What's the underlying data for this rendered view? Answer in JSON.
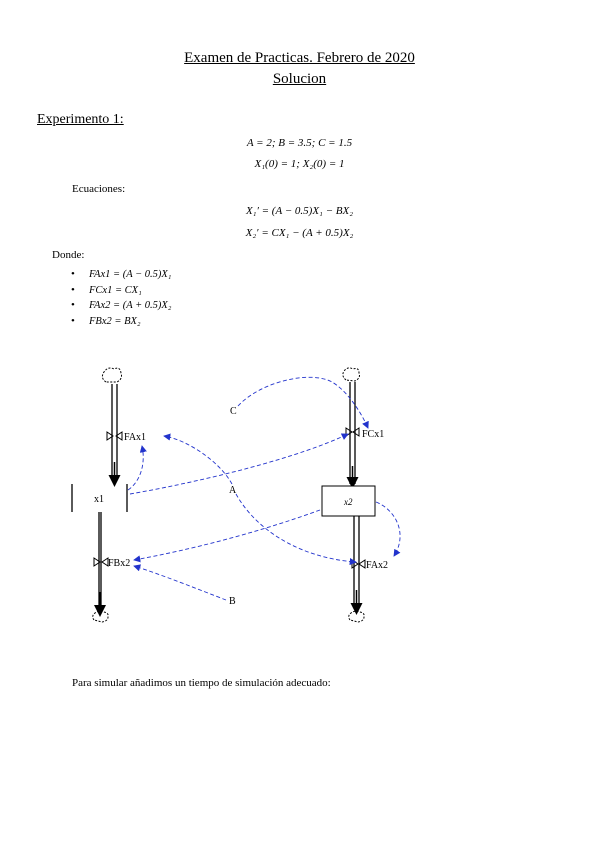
{
  "header": {
    "title": "Examen de Practicas. Febrero de 2020",
    "subtitle": "Solucion"
  },
  "section": {
    "heading": "Experimento 1:"
  },
  "parameters": {
    "line1": "A = 2;  B = 3.5; C = 1.5",
    "line2": "X₁(0) = 1; X₂(0) = 1"
  },
  "equations": {
    "label": "Ecuaciones:",
    "eq1": "X₁′ = (A − 0.5)X₁ − BX₂",
    "eq2": "X₂′ = CX₁ − (A + 0.5)X₂"
  },
  "where": {
    "label": "Donde:",
    "items": [
      "FAx1 =  (A − 0.5)X₁",
      "FCx1 =  CX₁",
      "FAx2 =  (A + 0.5)X₂",
      "FBx2 =  BX₂"
    ]
  },
  "diagram": {
    "stock1": "x1",
    "stock2": "x2",
    "flow_FAx1": "FAx1",
    "flow_FCx1": "FCx1",
    "flow_FBx2": "FBx2",
    "flow_FAx2": "FAx2",
    "param_A": "A",
    "param_B": "B",
    "param_C": "C",
    "link_color": "#2233cc"
  },
  "footer": {
    "text": "Para simular añadimos un tiempo de simulación adecuado:"
  }
}
